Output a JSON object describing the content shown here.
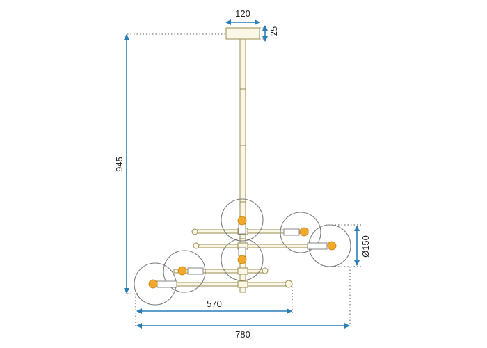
{
  "diagram": {
    "dimensions": {
      "canopy_width": "120",
      "canopy_height": "25",
      "total_height": "945",
      "globe_diameter": "Ø150",
      "width_inner": "570",
      "width_total": "780"
    },
    "colors": {
      "dimension_line": "#2b7fb8",
      "metal_fill": "#fbf7e6",
      "metal_stroke": "#9a8c52",
      "bulb": "#f0a92a",
      "globe": "#7a7a7a"
    }
  }
}
